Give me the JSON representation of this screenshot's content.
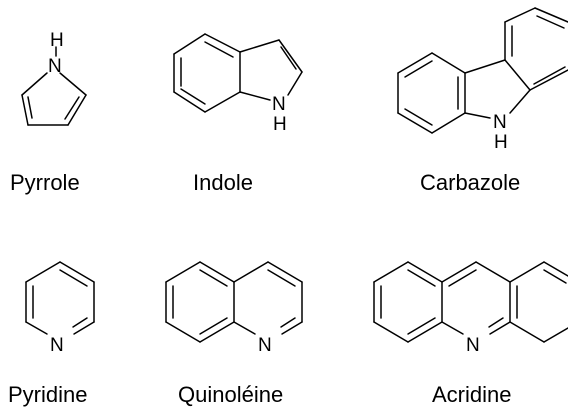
{
  "molecules": {
    "pyrrole": {
      "name": "Pyrrole",
      "atom_top": "H",
      "atom_mid": "N"
    },
    "indole": {
      "name": "Indole",
      "atom_n": "N",
      "atom_h": "H"
    },
    "carbazole": {
      "name": "Carbazole",
      "atom_n": "N",
      "atom_h": "H"
    },
    "pyridine": {
      "name": "Pyridine",
      "atom_n": "N"
    },
    "quinoleine": {
      "name": "Quinoléine",
      "atom_n": "N"
    },
    "acridine": {
      "name": "Acridine",
      "atom_n": "N"
    }
  }
}
